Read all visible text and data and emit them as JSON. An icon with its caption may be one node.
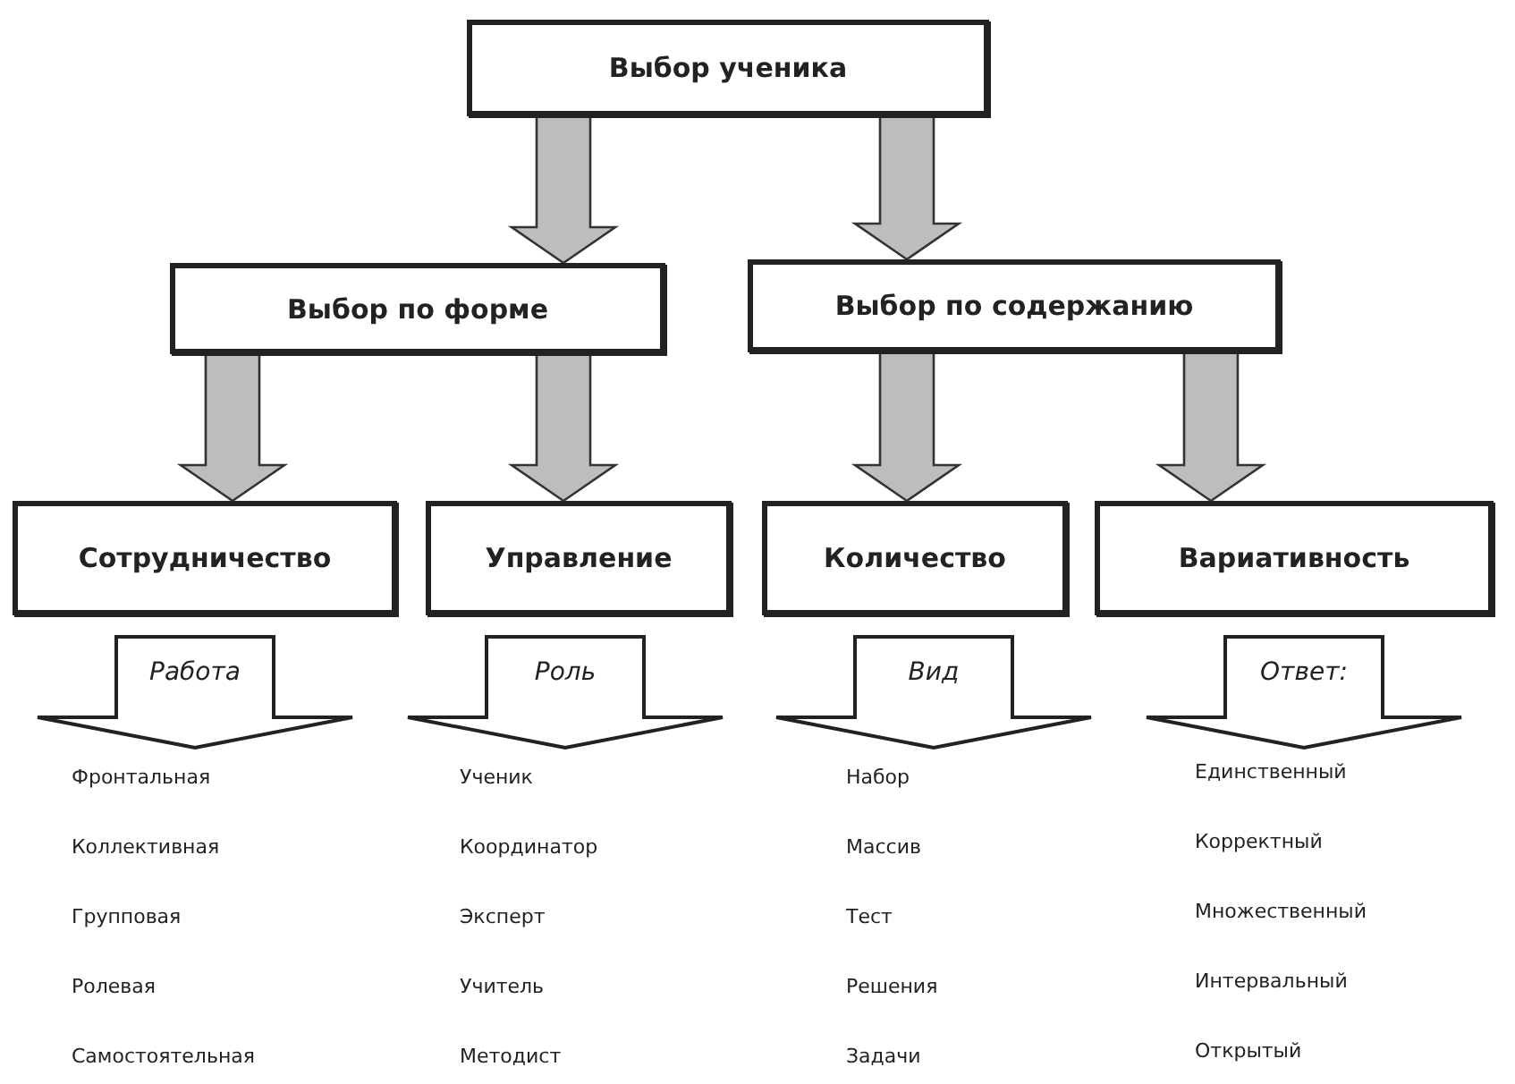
{
  "diagram": {
    "nodes": [
      {
        "text": [
          "Выбор ученика"
        ]
      },
      {
        "text": [
          "Выбор по форме"
        ]
      },
      {
        "text": [
          "Выбор по содержанию"
        ]
      },
      {
        "text": [
          "Сотрудничество"
        ]
      },
      {
        "text": [
          "Управление"
        ]
      },
      {
        "text": [
          "Количество"
        ]
      },
      {
        "text": [
          "Вариативность"
        ]
      },
      {
        "text": [
          "Работа"
        ]
      },
      {
        "text": [
          "Роль"
        ]
      },
      {
        "text": [
          "Вид"
        ]
      },
      {
        "text": [
          "Ответ:"
        ]
      }
    ],
    "edges": [
      {
        "from": 0,
        "to": 1,
        "arrow": "to",
        "style": "thick"
      },
      {
        "from": 0,
        "to": 2,
        "arrow": "to",
        "style": "thick"
      },
      {
        "from": 1,
        "to": 3,
        "arrow": "to",
        "style": "thick"
      },
      {
        "from": 1,
        "to": 4,
        "arrow": "to",
        "style": "thick"
      },
      {
        "from": 2,
        "to": 5,
        "arrow": "to",
        "style": "thick"
      },
      {
        "from": 2,
        "to": 6,
        "arrow": "to",
        "style": "thick"
      }
    ],
    "labels": [
      "Фронтальная",
      "Коллективная",
      "Групповая",
      "Ролевая",
      "Самостоятельная",
      "Ученик",
      "Координатор",
      "Эксперт",
      "Учитель",
      "Методист",
      "Набор",
      "Массив",
      "Тест",
      "Решения",
      "Задачи",
      "Единственный",
      "Корректный",
      "Множественный",
      "Интервальный",
      "Открытый"
    ]
  }
}
